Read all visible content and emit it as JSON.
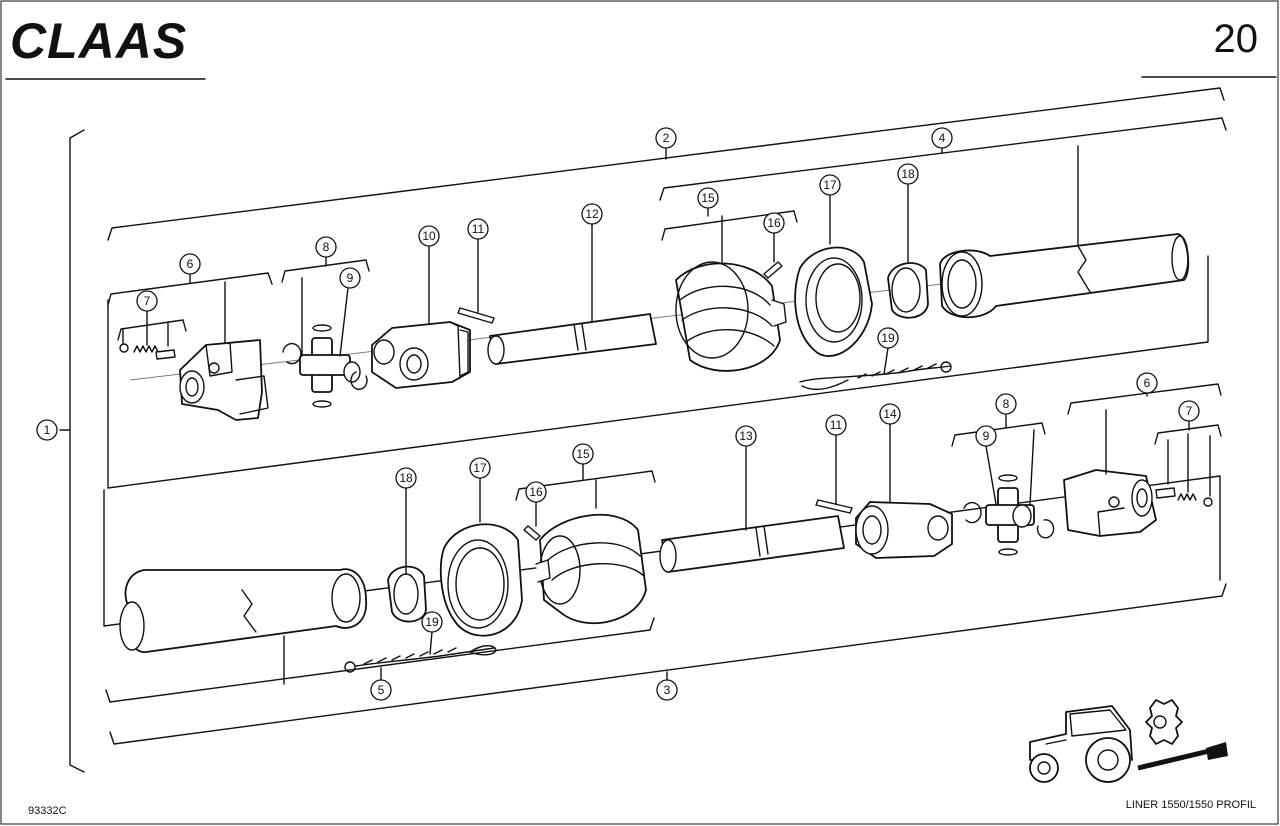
{
  "header": {
    "brand": "CLAAS",
    "page_number": "20"
  },
  "footer": {
    "figure_code": "93332C",
    "model_label": "LINER 1550/1550 PROFIL"
  },
  "callouts": [
    "1",
    "2",
    "3",
    "4",
    "5",
    "6",
    "7",
    "8",
    "9",
    "10",
    "11",
    "12",
    "13",
    "14",
    "15",
    "16",
    "17",
    "18",
    "19"
  ],
  "callout_instances": [
    {
      "label": "1"
    },
    {
      "label": "2"
    },
    {
      "label": "4"
    },
    {
      "label": "6"
    },
    {
      "label": "7"
    },
    {
      "label": "8"
    },
    {
      "label": "9"
    },
    {
      "label": "10"
    },
    {
      "label": "11"
    },
    {
      "label": "12"
    },
    {
      "label": "15"
    },
    {
      "label": "16"
    },
    {
      "label": "17"
    },
    {
      "label": "18"
    },
    {
      "label": "19"
    },
    {
      "label": "13"
    },
    {
      "label": "11"
    },
    {
      "label": "14"
    },
    {
      "label": "8"
    },
    {
      "label": "9"
    },
    {
      "label": "6"
    },
    {
      "label": "7"
    },
    {
      "label": "18"
    },
    {
      "label": "17"
    },
    {
      "label": "15"
    },
    {
      "label": "16"
    },
    {
      "label": "19"
    },
    {
      "label": "5"
    },
    {
      "label": "3"
    }
  ]
}
